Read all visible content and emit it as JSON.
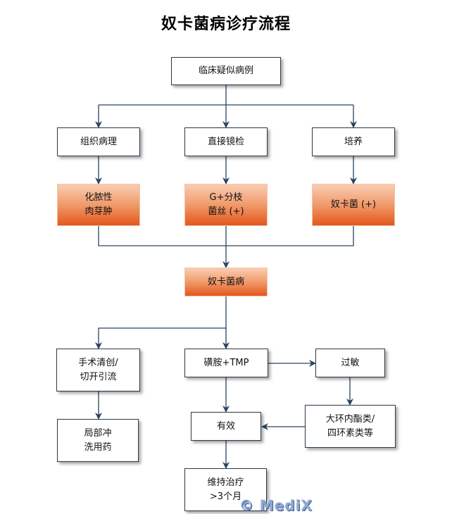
{
  "title": "奴卡菌病诊疗流程",
  "nodes": {
    "suspected": "临床疑似病例",
    "pathology": "组织病理",
    "microscopy": "直接镜检",
    "culture": "培养",
    "granuloma": "化脓性\n肉芽肿",
    "gram_positive": "G+分枝\n菌丝 (+)",
    "nocardia_pos": "奴卡菌 (+)",
    "diagnosis": "奴卡菌病",
    "surgery": "手术清创/\n切开引流",
    "local": "局部冲\n洗用药",
    "sulfa": "磺胺+TMP",
    "allergy": "过敏",
    "macrolide": "大环内酯类/\n四环素类等",
    "effective": "有效",
    "maintain": "维持治疗\n>3个月"
  },
  "colors": {
    "line": "#2b4360",
    "border": "#2b3a4a",
    "highlight_top": "#f9cdb3",
    "highlight_bottom": "#e4571c"
  },
  "watermark": "© MediX"
}
